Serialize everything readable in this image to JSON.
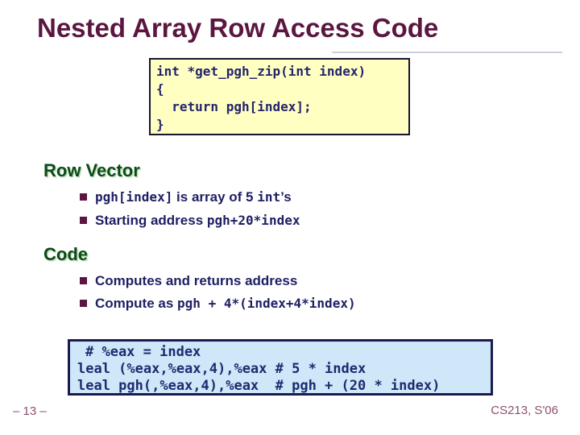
{
  "title": "Nested Array Row Access Code",
  "top_code_box": {
    "language": "c",
    "lines": [
      "int *get_pgh_zip(int index)",
      "{",
      "  return pgh[index];",
      "}"
    ]
  },
  "sections": [
    {
      "heading": "Row Vector",
      "bullets": [
        {
          "segments": [
            {
              "style": "code",
              "text": "pgh[index]"
            },
            {
              "style": "plain",
              "text": " is array of 5 "
            },
            {
              "style": "code",
              "text": "int"
            },
            {
              "style": "plain",
              "text": "’s"
            }
          ]
        },
        {
          "segments": [
            {
              "style": "plain",
              "text": "Starting address "
            },
            {
              "style": "code",
              "text": "pgh+20*index"
            }
          ]
        }
      ]
    },
    {
      "heading": "Code",
      "bullets": [
        {
          "segments": [
            {
              "style": "plain",
              "text": "Computes and returns address"
            }
          ]
        },
        {
          "segments": [
            {
              "style": "plain",
              "text": "Compute as "
            },
            {
              "style": "code",
              "text": "pgh + 4*(index+4*index)"
            }
          ]
        }
      ]
    }
  ],
  "bottom_code_box": {
    "language": "x86-assembly",
    "lines": [
      "# %eax = index",
      "leal (%eax,%eax,4),%eax # 5 * index",
      "leal pgh(,%eax,4),%eax  # pgh + (20 * index)"
    ]
  },
  "footer": {
    "page_number": "– 13 –",
    "course": "CS213, S'06"
  },
  "colors": {
    "title_maroon": "#5b1640",
    "heading_green": "#0b4b16",
    "body_navy": "#1e1f63",
    "bullet_square": "#5b1640",
    "yellow_box_bg": "#ffffc2",
    "blue_box_bg": "#cfe8f9",
    "box_border": "#15152e",
    "footer_maroon": "#8c4f70"
  }
}
